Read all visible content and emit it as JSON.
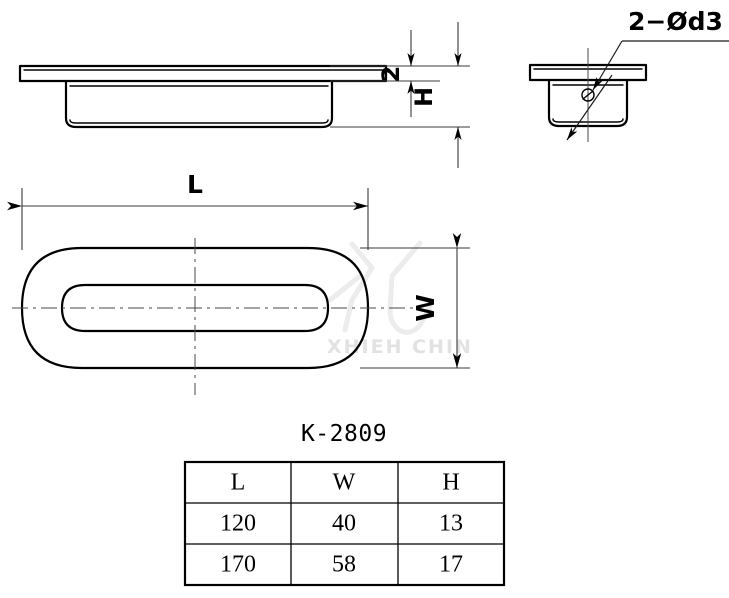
{
  "drawing": {
    "part_number": "K-2809",
    "callout_hole": "2−Ød3",
    "dimensions": {
      "length_label": "L",
      "width_label": "W",
      "height_label": "H",
      "flange_thickness_label": "2"
    },
    "watermark": {
      "text": "XHIEH CHIN"
    }
  },
  "table": {
    "headers": [
      "L",
      "W",
      "H"
    ],
    "rows": [
      [
        "120",
        "40",
        "13"
      ],
      [
        "170",
        "58",
        "17"
      ]
    ]
  },
  "colors": {
    "line": "#000000",
    "dimension": "#3a3a3a",
    "centerline": "#4a4a4a",
    "watermark": "#e2e2e2",
    "background": "#ffffff"
  }
}
